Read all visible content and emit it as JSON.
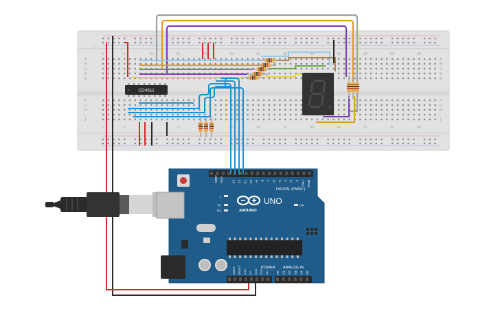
{
  "breadboard": {
    "col_numbers": [
      "1",
      "5",
      "10",
      "15",
      "20",
      "25",
      "30",
      "35",
      "40",
      "45",
      "50",
      "55",
      "60"
    ],
    "row_letters_top": [
      "A",
      "B",
      "C",
      "D",
      "E"
    ],
    "row_letters_bottom": [
      "F",
      "G",
      "H",
      "I",
      "J"
    ],
    "rail_plus": "+",
    "rail_minus": "-"
  },
  "chip": {
    "label": "CD4511"
  },
  "seven_segment": {
    "digit": "8"
  },
  "arduino": {
    "brand": "ARDUINO",
    "model": "UNO",
    "digital_label": "DIGITAL (PWM~)",
    "power_label": "POWER",
    "analog_label": "ANALOG IN",
    "on_label": "ON",
    "l_label": "L",
    "tx_label": "TX",
    "rx_label": "RX",
    "aref": "AREF",
    "gnd_top": "GND",
    "digital_pins": [
      "13",
      "12",
      "~11",
      "~10",
      "~9",
      "8",
      "7",
      "~6",
      "~5",
      "4",
      "~3",
      "2",
      "TX▸1",
      "RX◂0"
    ],
    "power_pins": [
      "IOREF",
      "RESET",
      "3.3V",
      "5V",
      "GND",
      "GND",
      "Vin"
    ],
    "analog_pins": [
      "A0",
      "A1",
      "A2",
      "A3",
      "A4",
      "A5"
    ]
  },
  "colors": {
    "board": "#1f5c8a",
    "breadboard": "#e3e3e3",
    "wire_red": "#d42a2a",
    "wire_black": "#2a2a2a",
    "wire_blue": "#1e8fd0",
    "wire_orange": "#e39a1c",
    "wire_purple": "#7a3fb0",
    "wire_gray": "#9aa0a6",
    "wire_green": "#5aa332",
    "wire_yellow": "#e8d21c",
    "wire_lightblue": "#8fc8e8"
  }
}
